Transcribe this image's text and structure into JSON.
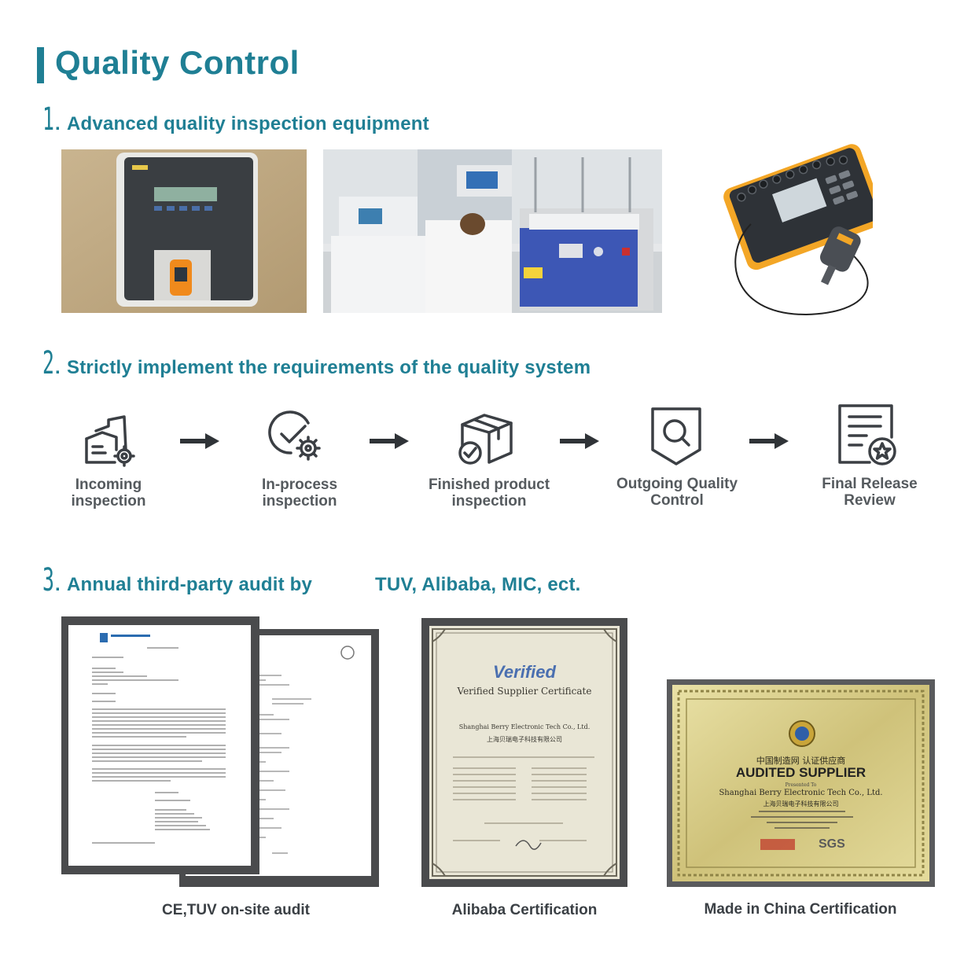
{
  "page": {
    "title": "Quality Control",
    "accent_color": "#1f7f94"
  },
  "sections": [
    {
      "number": "1",
      "heading": "Advanced quality inspection equipment"
    },
    {
      "number": "2",
      "heading": "Strictly implement the requirements of the quality system"
    },
    {
      "number": "3",
      "heading": "Annual third-party audit by",
      "heading_suffix": "TUV, Alibaba, MIC, ect."
    }
  ],
  "equipment_photos": [
    {
      "name": "oximeter-tester-photo"
    },
    {
      "name": "lab-testing-machines-photo"
    },
    {
      "name": "electrical-safety-analyzer-photo"
    }
  ],
  "process_steps": [
    {
      "icon": "incoming-inspection-icon",
      "label": "Incoming\ninspection"
    },
    {
      "icon": "in-process-inspection-icon",
      "label": "In-process\ninspection"
    },
    {
      "icon": "finished-product-icon",
      "label": "Finished product\ninspection"
    },
    {
      "icon": "outgoing-quality-icon",
      "label": "Outgoing Quality\nControl"
    },
    {
      "icon": "final-release-icon",
      "label": "Final Release\nReview"
    }
  ],
  "certificates": [
    {
      "caption": "CE,TUV on-site audit"
    },
    {
      "caption": "Alibaba Certification",
      "logo": "Verified",
      "title": "Verified Supplier Certificate",
      "company": "Shanghai Berry Electronic Tech Co., Ltd.",
      "company_cn": "上海贝瑞电子科技有限公司"
    },
    {
      "caption": "Made in China Certification",
      "header_cn": "中国制造网 认证供应商",
      "title": "AUDITED SUPPLIER",
      "presented": "Presented To",
      "company": "Shanghai Berry Electronic Tech Co., Ltd.",
      "company_cn": "上海贝瑞电子科技有限公司",
      "brand": "SGS"
    }
  ]
}
